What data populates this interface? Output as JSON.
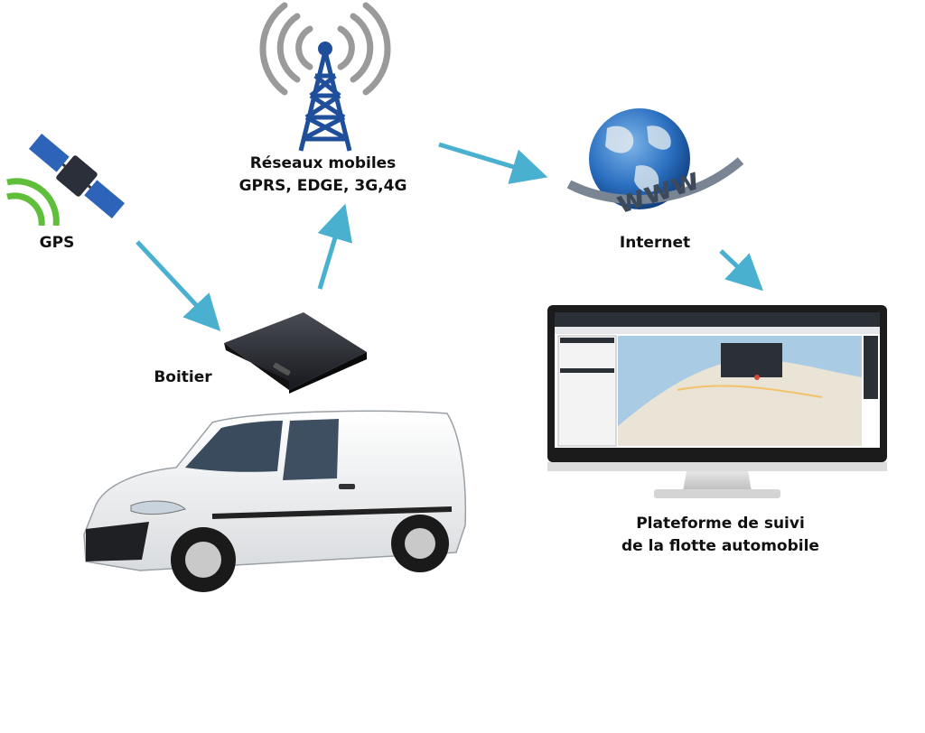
{
  "labels": {
    "gps": "GPS",
    "network_line1": "Réseaux mobiles",
    "network_line2": "GPRS, EDGE, 3G,4G",
    "internet": "Internet",
    "device": "Boitier",
    "platform_line1": "Plateforme de suivi",
    "platform_line2": "de la flotte automobile"
  },
  "colors": {
    "arrow": "#4ab0d0",
    "tower": "#1f4f9a",
    "signal_gray": "#9a9a9a",
    "gps_signal": "#5fbf3a",
    "satellite_panel": "#2d63b8",
    "globe": "#2a6fc0",
    "map_water": "#a9cbe4",
    "map_land": "#e9e4d6"
  },
  "icons": {
    "satellite": "satellite-icon",
    "tower": "antenna-tower-icon",
    "globe": "globe-www-icon",
    "tracker": "gps-tracker-box-icon",
    "van": "delivery-van-icon",
    "monitor": "monitor-icon"
  }
}
